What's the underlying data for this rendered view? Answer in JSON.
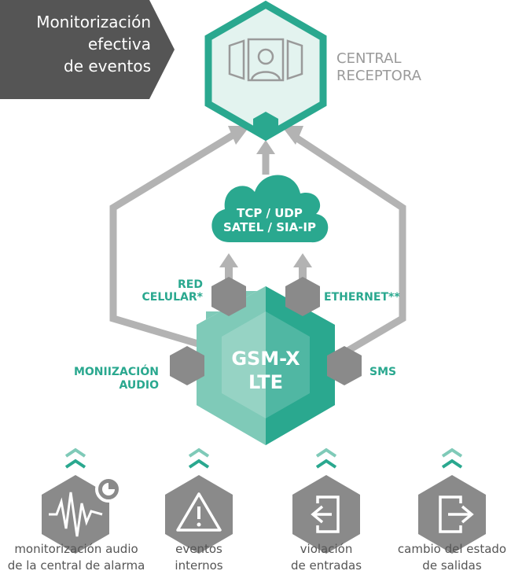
{
  "header": {
    "title_lines": [
      "Monitorización",
      "efectiva",
      "de eventos"
    ]
  },
  "receiver": {
    "label_lines": [
      "CENTRAL",
      "RECEPTORA"
    ],
    "icon": "monitoring-operator-icon"
  },
  "cloud": {
    "lines": [
      "TCP / UDP",
      "SATEL / SIA-IP"
    ]
  },
  "device": {
    "lines": [
      "GSM-X",
      "LTE"
    ]
  },
  "channels": {
    "cellular": [
      "RED",
      "CELULAR*"
    ],
    "ethernet": [
      "ETHERNET**"
    ],
    "audio": [
      "MONIIZACIÓN",
      "AUDIO"
    ],
    "sms": [
      "SMS"
    ]
  },
  "inputs": [
    {
      "icon": "audio-waveform-icon",
      "caption": [
        "monitorización audio",
        "de la central de alarma"
      ]
    },
    {
      "icon": "warning-triangle-icon",
      "caption": [
        "eventos",
        "internos"
      ]
    },
    {
      "icon": "entry-arrow-icon",
      "caption": [
        "violación",
        "de entradas"
      ]
    },
    {
      "icon": "exit-arrow-icon",
      "caption": [
        "cambio del estado",
        "de salidas"
      ]
    }
  ],
  "colors": {
    "teal": "#2aa88f",
    "teal_light": "#7fcab8",
    "dark_gray": "#555555",
    "mid_gray": "#8a8a8a",
    "line_gray": "#b3b3b3",
    "receiver_fill": "#e3f3ef"
  }
}
